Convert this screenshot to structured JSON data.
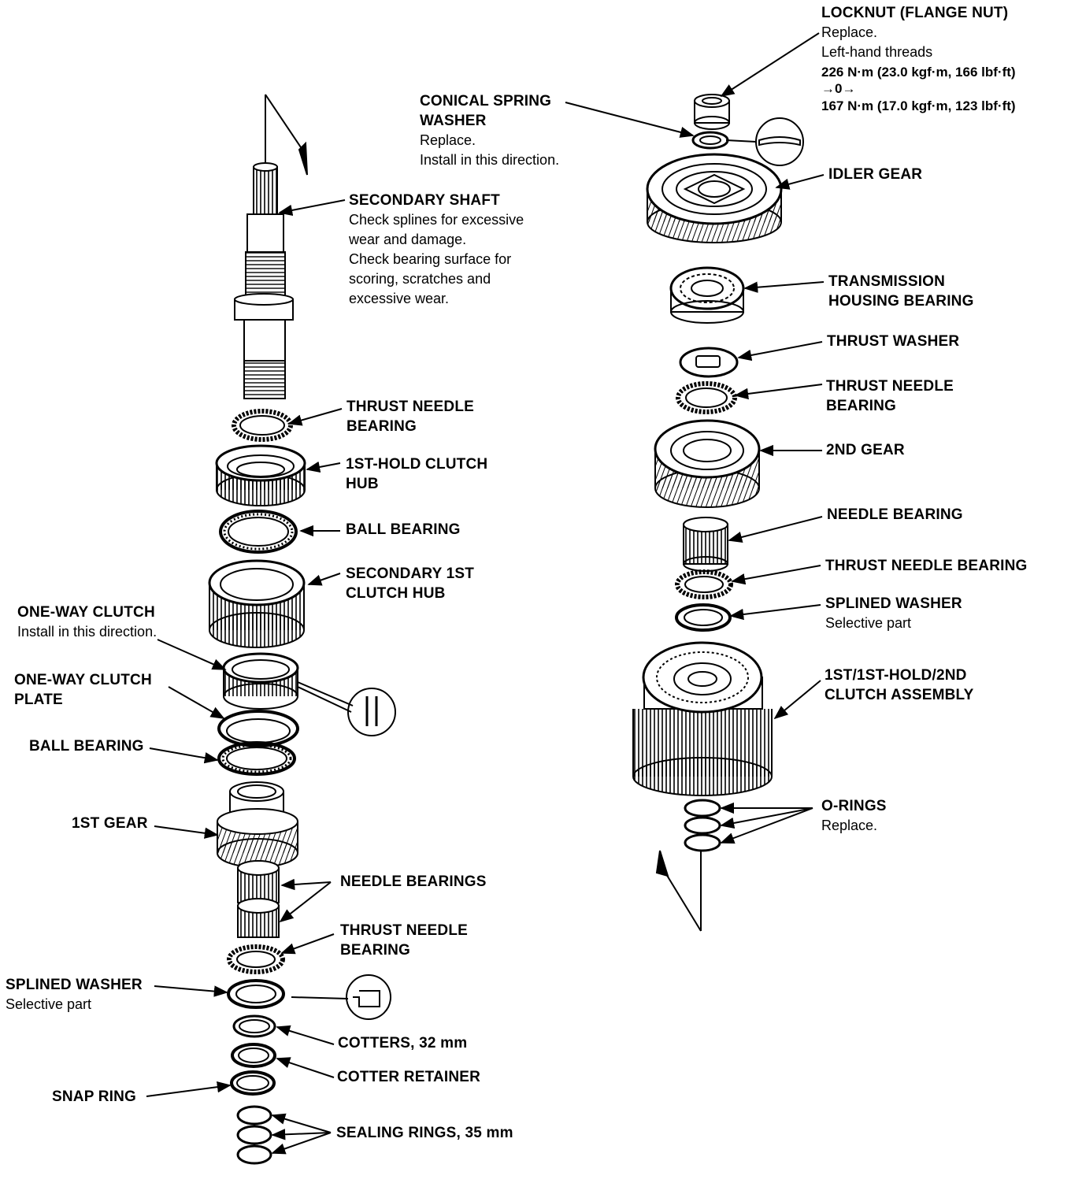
{
  "labels": {
    "locknut": {
      "title": "LOCKNUT (FLANGE NUT)",
      "line1": "Replace.",
      "line2": "Left-hand threads",
      "line3": "226 N·m (23.0 kgf·m, 166 lbf·ft)",
      "line4": "→0→",
      "line5": "167 N·m (17.0 kgf·m, 123 lbf·ft)"
    },
    "conical_washer": {
      "title1": "CONICAL SPRING",
      "title2": "WASHER",
      "line1": "Replace.",
      "line2": "Install in this direction."
    },
    "idler_gear": {
      "title": "IDLER GEAR"
    },
    "secondary_shaft": {
      "title": "SECONDARY SHAFT",
      "notes": [
        "Check splines for excessive",
        "wear and damage.",
        "Check bearing surface for",
        "scoring, scratches and",
        "excessive wear."
      ]
    },
    "trans_housing_bearing": {
      "title1": "TRANSMISSION",
      "title2": "HOUSING BEARING"
    },
    "thrust_washer": {
      "title": "THRUST WASHER"
    },
    "thrust_needle_bearing_r": {
      "title1": "THRUST NEEDLE",
      "title2": "BEARING"
    },
    "thrust_needle_bearing_l1": {
      "title1": "THRUST NEEDLE",
      "title2": "BEARING"
    },
    "second_gear": {
      "title": "2ND GEAR"
    },
    "hold_clutch_hub": {
      "title1": "1ST-HOLD CLUTCH",
      "title2": "HUB"
    },
    "needle_bearing_r": {
      "title": "NEEDLE BEARING"
    },
    "ball_bearing_1": {
      "title": "BALL BEARING"
    },
    "thrust_needle_bearing_r2": {
      "title": "THRUST NEEDLE BEARING"
    },
    "secondary_1st_hub": {
      "title1": "SECONDARY 1ST",
      "title2": "CLUTCH HUB"
    },
    "splined_washer_r": {
      "title": "SPLINED WASHER",
      "line1": "Selective part"
    },
    "one_way_clutch": {
      "title": "ONE-WAY CLUTCH",
      "line1": "Install in this direction."
    },
    "clutch_assembly": {
      "title1": "1ST/1ST-HOLD/2ND",
      "title2": "CLUTCH ASSEMBLY"
    },
    "one_way_plate": {
      "title1": "ONE-WAY CLUTCH",
      "title2": "PLATE"
    },
    "ball_bearing_2": {
      "title": "BALL BEARING"
    },
    "o_rings": {
      "title": "O-RINGS",
      "line1": "Replace."
    },
    "first_gear": {
      "title": "1ST GEAR"
    },
    "needle_bearings": {
      "title": "NEEDLE BEARINGS"
    },
    "thrust_needle_bearing_l2": {
      "title1": "THRUST NEEDLE",
      "title2": "BEARING"
    },
    "splined_washer_l": {
      "title": "SPLINED WASHER",
      "line1": "Selective part"
    },
    "cotters": {
      "title": "COTTERS, 32 mm"
    },
    "cotter_retainer": {
      "title": "COTTER RETAINER"
    },
    "snap_ring": {
      "title": "SNAP RING"
    },
    "sealing_rings": {
      "title": "SEALING RINGS, 35 mm"
    }
  }
}
